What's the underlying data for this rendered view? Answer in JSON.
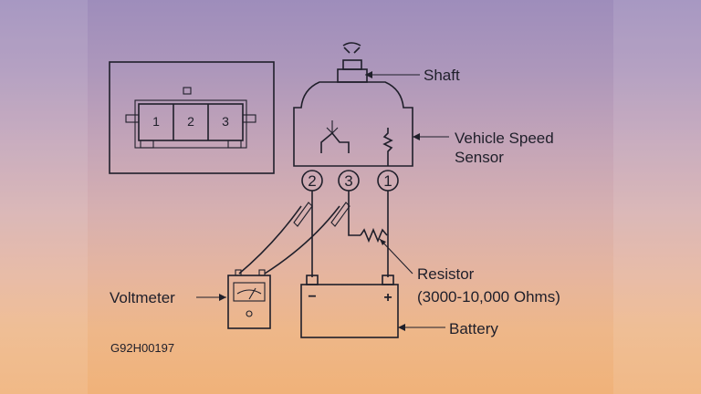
{
  "labels": {
    "shaft": "Shaft",
    "sensor_line1": "Vehicle Speed",
    "sensor_line2": "Sensor",
    "resistor": "Resistor",
    "resistor_value": "(3000-10,000 Ohms)",
    "voltmeter": "Voltmeter",
    "battery": "Battery",
    "figure_code": "G92H00197"
  },
  "connector": {
    "pins": [
      "1",
      "2",
      "3"
    ]
  },
  "sensor_terminals": [
    "2",
    "3",
    "1"
  ],
  "battery_terminals": {
    "negative": "−",
    "positive": "+"
  }
}
